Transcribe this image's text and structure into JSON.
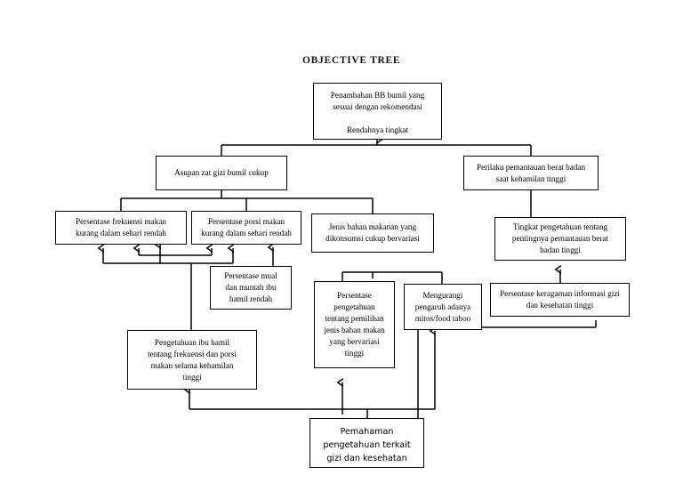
{
  "diagram": {
    "title": "OBJECTIVE TREE",
    "nodes": [
      {
        "id": "root",
        "name": "node-penambahan-bb",
        "text": "Penambahan BB bumil yang\nsesuai dengan rekomendasi\n\nRendahnya tingkat"
      },
      {
        "id": "asupan",
        "name": "node-asupan-zat-gizi",
        "text": "Asupan zat gizi bumil cukup"
      },
      {
        "id": "perilaku",
        "name": "node-perilaku-pemantauan",
        "text": "Perilaku pemantauan berat badan\nsaat kehamilan tinggi"
      },
      {
        "id": "frekuensi",
        "name": "node-persentase-frekuensi-makan",
        "text": "Persentase frekuensi makan\nkurang dalam sehari rendah"
      },
      {
        "id": "porsi",
        "name": "node-persentase-porsi-makan",
        "text": "Persentase porsi makan\nkurang dalam sehari rendah"
      },
      {
        "id": "jenis",
        "name": "node-jenis-bahan-makanan",
        "text": "Jenis bahan makanan yang\ndikonsumsi cukup bervariasi"
      },
      {
        "id": "tingkat",
        "name": "node-tingkat-pengetahuan-pemantauan",
        "text": "Tingkat pengetahuan tentang\npentingnya pemantauan berat\nbadan tinggi"
      },
      {
        "id": "mual",
        "name": "node-persentase-mual-muntah",
        "text": "Persentase mual\ndan muntah ibu\nhamil rendah"
      },
      {
        "id": "pemilihan",
        "name": "node-persentase-pengetahuan-pemilihan",
        "text": "Persentase\npengetahuan\ntentang pemilihan\njenis bahan makan\nyang bervariasi\ntinggi"
      },
      {
        "id": "mitos",
        "name": "node-mengurangi-mitos-food-taboo",
        "text": "Mengurangi\npengaruh adanya\nmitos/food taboo"
      },
      {
        "id": "keragaman",
        "name": "node-persentase-keragaman-informasi",
        "text": "Persentase keragaman informasi gizi\ndan kesehatan tinggi"
      },
      {
        "id": "ibuhamil",
        "name": "node-pengetahuan-ibu-hamil",
        "text": "Pengetahuan ibu hamil\ntentang frekuensi dan porsi\nmakan selama kehamilan\ntinggi"
      },
      {
        "id": "pemahaman",
        "name": "node-pemahaman-pengetahuan",
        "text": "Pemahaman\npengetahuan terkait\ngizi dan kesehatan"
      }
    ],
    "colors": {
      "line": "#000000",
      "box_border": "#000000",
      "background": "#ffffff",
      "text": "#000000"
    }
  }
}
